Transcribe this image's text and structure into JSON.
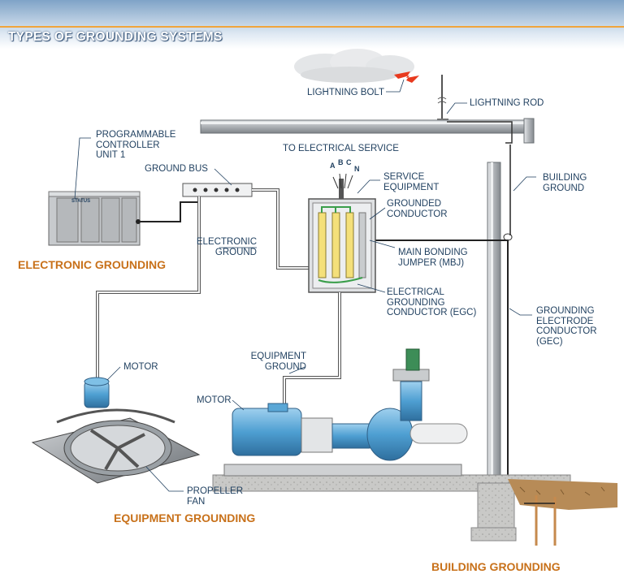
{
  "header": {
    "title": "TYPES OF GROUNDING SYSTEMS"
  },
  "sections": {
    "electronic": "ELECTRONIC GROUNDING",
    "equipment": "EQUIPMENT GROUNDING",
    "building": "BUILDING GROUNDING"
  },
  "labels": {
    "lightning_bolt": "LIGHTNING BOLT",
    "lightning_rod": "LIGHTNING ROD",
    "to_electrical_service": "TO ELECTRICAL SERVICE",
    "plc": [
      "PROGRAMMABLE",
      "CONTROLLER",
      "UNIT 1"
    ],
    "ground_bus": "GROUND BUS",
    "electronic_ground": [
      "ELECTRONIC",
      "GROUND"
    ],
    "service_equipment": [
      "SERVICE",
      "EQUIPMENT"
    ],
    "grounded_conductor": [
      "GROUNDED",
      "CONDUCTOR"
    ],
    "main_bonding_jumper": [
      "MAIN BONDING",
      "JUMPER (MBJ)"
    ],
    "egc": [
      "ELECTRICAL",
      "GROUNDING",
      "CONDUCTOR (EGC)"
    ],
    "building_ground": [
      "BUILDING",
      "GROUND"
    ],
    "gec": [
      "GROUNDING",
      "ELECTRODE",
      "CONDUCTOR",
      "(GEC)"
    ],
    "equipment_ground": [
      "EQUIPMENT",
      "GROUND"
    ],
    "motor_fan": "MOTOR",
    "motor_pump": "MOTOR",
    "propeller_fan": [
      "PROPELLER",
      "FAN"
    ],
    "phase_a": "A",
    "phase_b": "B",
    "phase_c": "C",
    "phase_n": "N",
    "plc_status": "STATUS"
  },
  "colors": {
    "accent": "#c8711a",
    "label_text": "#1f3f5f",
    "equipment_blue": "#5aa7d6",
    "conductor_yellow": "#f4e07a",
    "lightning_red": "#e83a1e",
    "steel_gray": "#9a9ea3"
  },
  "icons": [
    "cloud-icon",
    "lightning-bolt-icon",
    "lightning-rod-icon",
    "plc-icon",
    "ground-bus-icon",
    "panel-icon",
    "fan-icon",
    "motor-icon",
    "pump-icon",
    "ground-rod-icon"
  ]
}
